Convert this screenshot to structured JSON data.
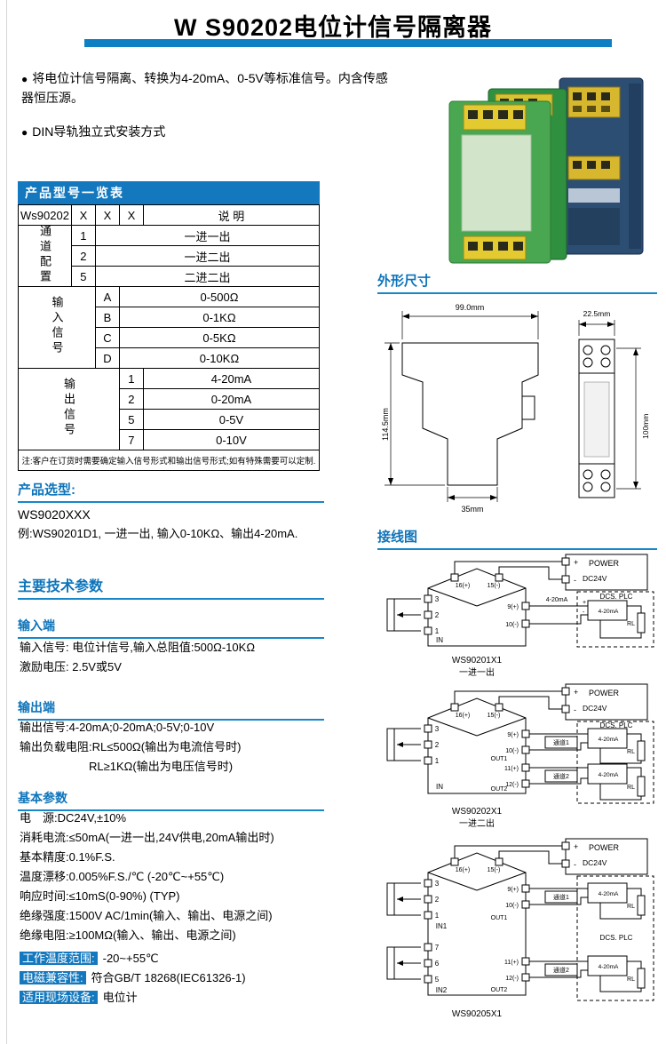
{
  "colors": {
    "accent": "#1478be",
    "title_bar": "#0f7fc4"
  },
  "header": {
    "title": "W S90202电位计信号隔离器",
    "bullet": "●"
  },
  "features": [
    "将电位计信号隔离、转换为4-20mA、0-5V等标准信号。内含传感器恒压源。",
    "DIN导轨独立式安装方式"
  ],
  "model_table": {
    "title": "产品型号一览表",
    "header": {
      "model": "Ws90202",
      "x1": "X",
      "x2": "X",
      "x3": "X",
      "desc": "说  明"
    },
    "groups": [
      {
        "label": "通道配置",
        "rows": [
          {
            "code": "1",
            "desc": "一进一出"
          },
          {
            "code": "2",
            "desc": "一进二出"
          },
          {
            "code": "5",
            "desc": "二进二出"
          }
        ]
      },
      {
        "label": "输入信号",
        "rows": [
          {
            "code": "A",
            "desc": "0-500Ω"
          },
          {
            "code": "B",
            "desc": "0-1KΩ"
          },
          {
            "code": "C",
            "desc": "0-5KΩ"
          },
          {
            "code": "D",
            "desc": "0-10KΩ"
          }
        ]
      },
      {
        "label": "输出信号",
        "rows": [
          {
            "code": "1",
            "desc": "4-20mA"
          },
          {
            "code": "2",
            "desc": "0-20mA"
          },
          {
            "code": "5",
            "desc": "0-5V"
          },
          {
            "code": "7",
            "desc": "0-10V"
          }
        ]
      }
    ],
    "note": "注:客户在订货时需要确定输入信号形式和输出信号形式;如有特殊需要可以定制."
  },
  "selection": {
    "title": "产品选型:",
    "line1": "WS9020XXX",
    "line2": "例:WS90201D1, 一进一出, 输入0-10KΩ、输出4-20mA."
  },
  "params": {
    "title": "主要技术参数",
    "input": {
      "title": "输入端",
      "lines": [
        "输入信号: 电位计信号,输入总阻值:500Ω-10KΩ",
        "激励电压: 2.5V或5V"
      ]
    },
    "output": {
      "title": "输出端",
      "lines": [
        "输出信号:4-20mA;0-20mA;0-5V;0-10V",
        "输出负载电阻:RL≤500Ω(输出为电流信号时)",
        "RL≥1KΩ(输出为电压信号时)"
      ]
    },
    "basic": {
      "title": "基本参数",
      "lines": [
        "电　源:DC24V,±10%",
        "消耗电流:≤50mA(一进一出,24V供电,20mA输出时)",
        "基本精度:0.1%F.S.",
        "温度漂移:0.005%F.S./℃ (-20℃~+55℃)",
        "响应时间:≤10mS(0-90%) (TYP)",
        "绝缘强度:1500V AC/1min(输入、输出、电源之间)",
        "绝缘电阻:≥100MΩ(输入、输出、电源之间)"
      ]
    },
    "extra": [
      {
        "label": "工作温度范围:",
        "value": "-20~+55℃"
      },
      {
        "label": "电磁兼容性:",
        "value": "符合GB/T 18268(IEC61326-1)"
      },
      {
        "label": "适用现场设备:",
        "value": "电位计"
      }
    ]
  },
  "dims": {
    "title": "外形尺寸",
    "w": "99.0mm",
    "h": "114.5mm",
    "foot": "35mm",
    "fw": "22.5mm",
    "fh": "100mm"
  },
  "wiring": {
    "title": "接线图",
    "common": {
      "power1": "POWER",
      "power2": "DC24V",
      "plus": "+",
      "minus": "-",
      "t16": "16(+)",
      "t15": "15(-)",
      "dcs": "DCS. PLC",
      "meter": "4-20mA",
      "rl": "RL",
      "ch1": "通道1",
      "ch2": "通道2",
      "wire": "4-20mA"
    },
    "d1": {
      "model": "WS90201X1",
      "subtitle": "一进一出",
      "t3": "3",
      "t2": "2",
      "t1": "1",
      "tin": "IN",
      "o1p": "9(+)",
      "o1m": "10(-)"
    },
    "d2": {
      "model": "WS90202X1",
      "subtitle": "一进二出",
      "t3": "3",
      "t2": "2",
      "t1": "1",
      "tin": "IN",
      "out1": "OUT1",
      "out2": "OUT2",
      "o1p": "9(+)",
      "o1m": "10(-)",
      "o2p": "11(+)",
      "o2m": "12(-)"
    },
    "d3": {
      "model": "WS90205X1",
      "in1": "IN1",
      "in2": "IN2",
      "t3": "3",
      "t2": "2",
      "t1": "1",
      "t7": "7",
      "t6": "6",
      "t5": "5",
      "out1": "OUT1",
      "out2": "OUT2",
      "o1p": "9(+)",
      "o1m": "10(-)",
      "o2p": "11(+)",
      "o2m": "12(-)"
    }
  }
}
